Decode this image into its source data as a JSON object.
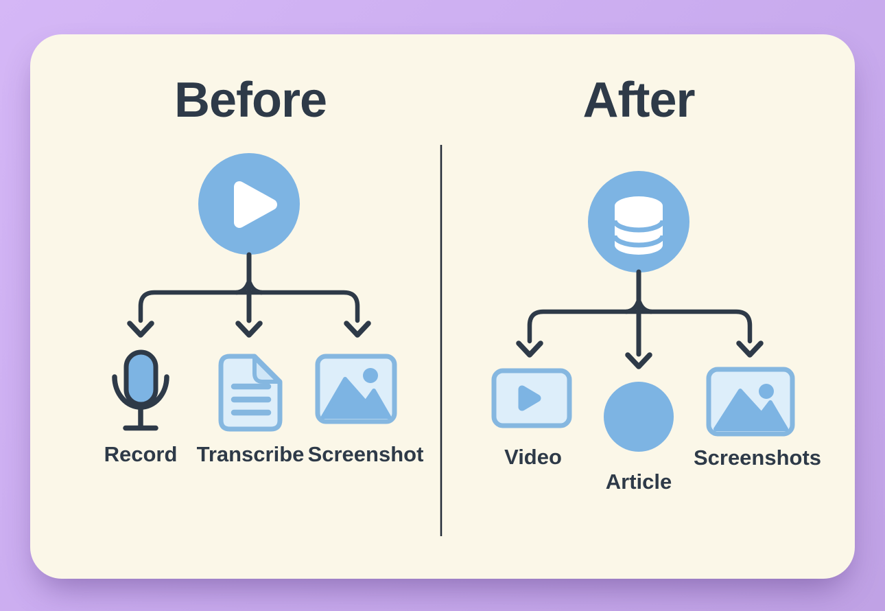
{
  "panels": {
    "before": {
      "title": "Before",
      "source": {
        "icon": "play-circle-icon"
      },
      "outputs": [
        {
          "label": "Record",
          "icon": "microphone-icon"
        },
        {
          "label": "Transcribe",
          "icon": "document-icon"
        },
        {
          "label": "Screenshot",
          "icon": "image-icon"
        }
      ]
    },
    "after": {
      "title": "After",
      "source": {
        "icon": "database-circle-icon"
      },
      "outputs": [
        {
          "label": "Video",
          "icon": "video-player-icon"
        },
        {
          "label": "Article",
          "icon": "article-circle-icon"
        },
        {
          "label": "Screenshots",
          "icon": "images-icon"
        }
      ]
    }
  },
  "colors": {
    "background_purple": "#cbadf0",
    "card_cream": "#fbf7e8",
    "accent_blue": "#7db4e3",
    "icon_fill_light_blue": "#ddeefa",
    "icon_stroke_blue": "#85b7e0",
    "ink_dark": "#2e3a48"
  }
}
